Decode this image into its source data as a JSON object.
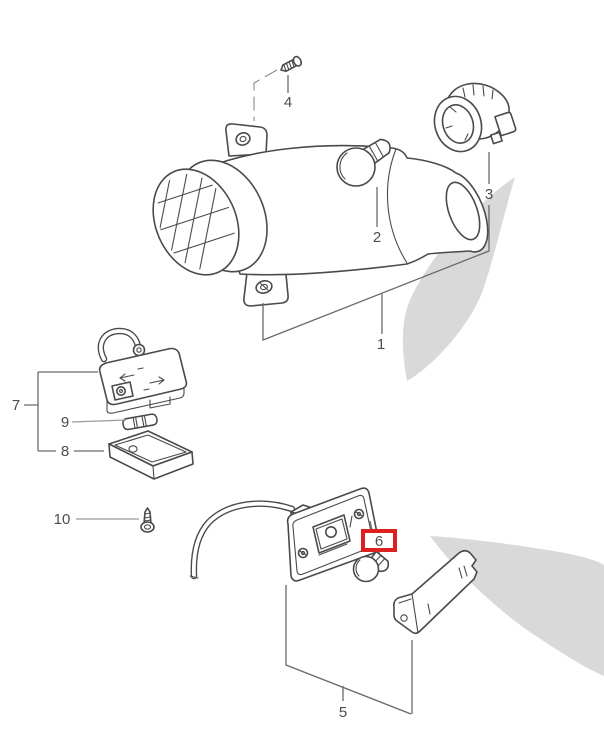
{
  "colors": {
    "line": "#4a4a4a",
    "label_text": "#4d4d4d",
    "leader": "#6a6a6a",
    "light_leader": "#9a9a9a",
    "highlight_box": "#dd2121",
    "shadow_shape": "#d9d9d9",
    "background": "#ffffff"
  },
  "callouts": {
    "1": {
      "label": "1",
      "highlighted": false
    },
    "2": {
      "label": "2",
      "highlighted": false
    },
    "3": {
      "label": "3",
      "highlighted": false
    },
    "4": {
      "label": "4",
      "highlighted": false
    },
    "5": {
      "label": "5",
      "highlighted": false
    },
    "6": {
      "label": "6",
      "highlighted": true
    },
    "7": {
      "label": "7",
      "highlighted": false
    },
    "8": {
      "label": "8",
      "highlighted": false
    },
    "9": {
      "label": "9",
      "highlighted": false
    },
    "10": {
      "label": "10",
      "highlighted": false
    }
  }
}
